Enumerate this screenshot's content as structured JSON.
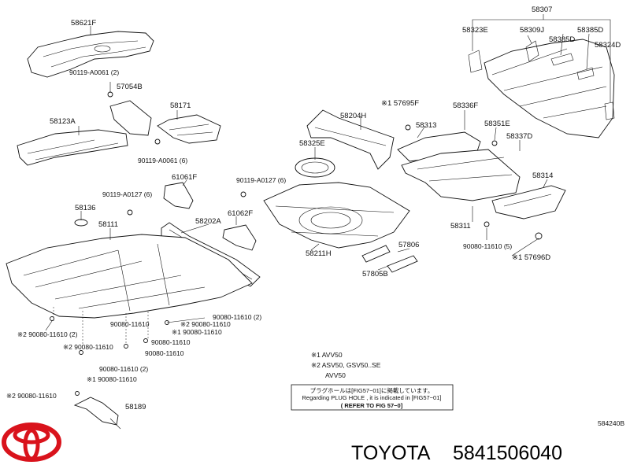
{
  "diagram": {
    "labels": [
      "58621F",
      "58307",
      "58323E",
      "58309J",
      "58385D",
      "58385D",
      "58324D",
      "90119-A0061 (2)",
      "57054B",
      "58171",
      "58123A",
      "90119-A0061 (6)",
      "※1 57695F",
      "58336F",
      "58204H",
      "58313",
      "58351E",
      "58325E",
      "58337D",
      "61061F",
      "90119-A0127 (6)",
      "90119-A0127 (6)",
      "58314",
      "58136",
      "58111",
      "58202A",
      "61062F",
      "58311",
      "57806",
      "90080-11610 (5)",
      "※1 57696D",
      "58211H",
      "57805B",
      "90080-11610 (2)",
      "※2 90080-11610",
      "90080-11610",
      "※1 90080-11610",
      "※2 90080-11610 (2)",
      "90080-11610",
      "※2 90080-11610",
      "90080-11610",
      "90080-11610 (2)",
      "※1 90080-11610",
      "※2 90080-11610",
      "58189"
    ],
    "notes": [
      "※1  AVV50",
      "※2  ASV50, GSV50..SE",
      "AVV50"
    ],
    "refer_box": {
      "line1": "プラグホールは[FIG57−01]に掲載しています。",
      "line2": "Regarding  PLUG HOLE , it is indicated in  [FIG57−01]",
      "line3": "( REFER TO FIG 57−0]"
    },
    "figure_code": "584240B"
  },
  "brand": {
    "name": "TOYOTA",
    "part_number": "5841506040",
    "logo_color": "#d9131c"
  }
}
